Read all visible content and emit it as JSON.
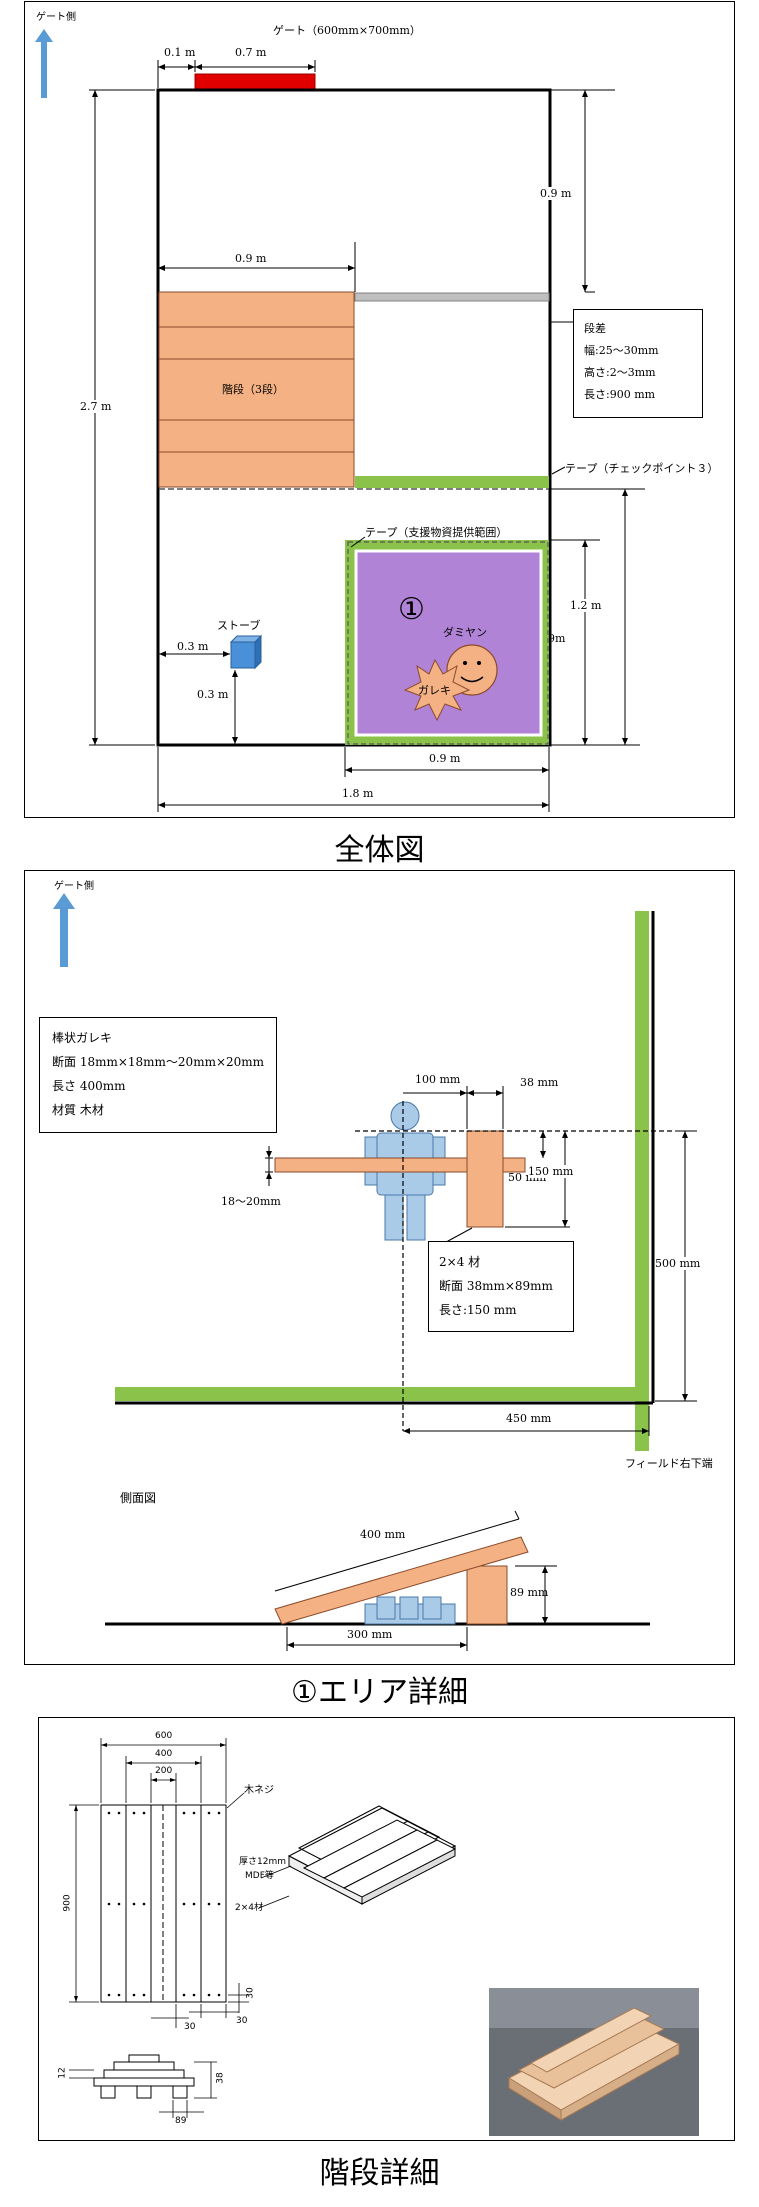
{
  "overview": {
    "caption": "全体図",
    "gate_side": "ゲート側",
    "gate_label": "ゲート（600mm×700mm）",
    "dim_gate_offset": "0.1 m",
    "dim_gate_width": "0.7 m",
    "dim_right_top": "0.9 m",
    "dim_stairs_width": "0.9 m",
    "dim_height_total": "2.7 m",
    "stairs_label": "階段（3段）",
    "step_box": {
      "title": "段差",
      "width": "幅:25～30mm",
      "height": "高さ:2～3mm",
      "length": "長さ:900 mm"
    },
    "tape_checkpoint": "テープ（チェックポイント３）",
    "tape_support": "テープ（支援物資提供範囲）",
    "area_marker": "①",
    "dummy_label": "ダミヤン",
    "rubble_label": "ガレキ",
    "stove_label": "ストーブ",
    "dim_stove_x": "0.3 m",
    "dim_stove_y": "0.3 m",
    "dim_area_height": "1.2 m",
    "dim_area_inner": "9m",
    "dim_area_width": "0.9 m",
    "dim_total_width": "1.8 m",
    "colors": {
      "stairs": "#f4b183",
      "area": "#b083d6",
      "tape": "#8bc34a",
      "gate": "#e00000",
      "arrow": "#5b9bd5",
      "stove": "#4a90d9"
    }
  },
  "detail": {
    "caption": "①エリア詳細",
    "gate_side": "ゲート側",
    "rod_box": {
      "title": "棒状ガレキ",
      "section": "断面  18mm×18mm～20mm×20mm",
      "length": "長さ  400mm",
      "material": "材質    木材"
    },
    "dim_100": "100 mm",
    "dim_38": "38 mm",
    "dim_50": "50 mm",
    "dim_150": "150 mm",
    "dim_18_20": "18～20mm",
    "dim_500": "500 mm",
    "dim_450": "450 mm",
    "lumber_box": {
      "title": "2×4 材",
      "section": "断面  38mm×89mm",
      "length": "長さ:150 mm"
    },
    "field_corner": "フィールド右下端",
    "side_view": "側面図",
    "dim_400": "400 mm",
    "dim_89": "89 mm",
    "dim_300": "300 mm"
  },
  "stairs_detail": {
    "caption": "階段詳細",
    "dim_600": "600",
    "dim_400": "400",
    "dim_200": "200",
    "screw_label": "木ネジ",
    "dim_900": "900",
    "dim_30a": "30",
    "dim_30b": "30",
    "dim_30c": "30",
    "board_label_1": "厚さ12mm",
    "board_label_2": "MDF等",
    "lumber_label": "2×4材",
    "dim_12": "12",
    "dim_38": "38",
    "dim_89": "89"
  }
}
